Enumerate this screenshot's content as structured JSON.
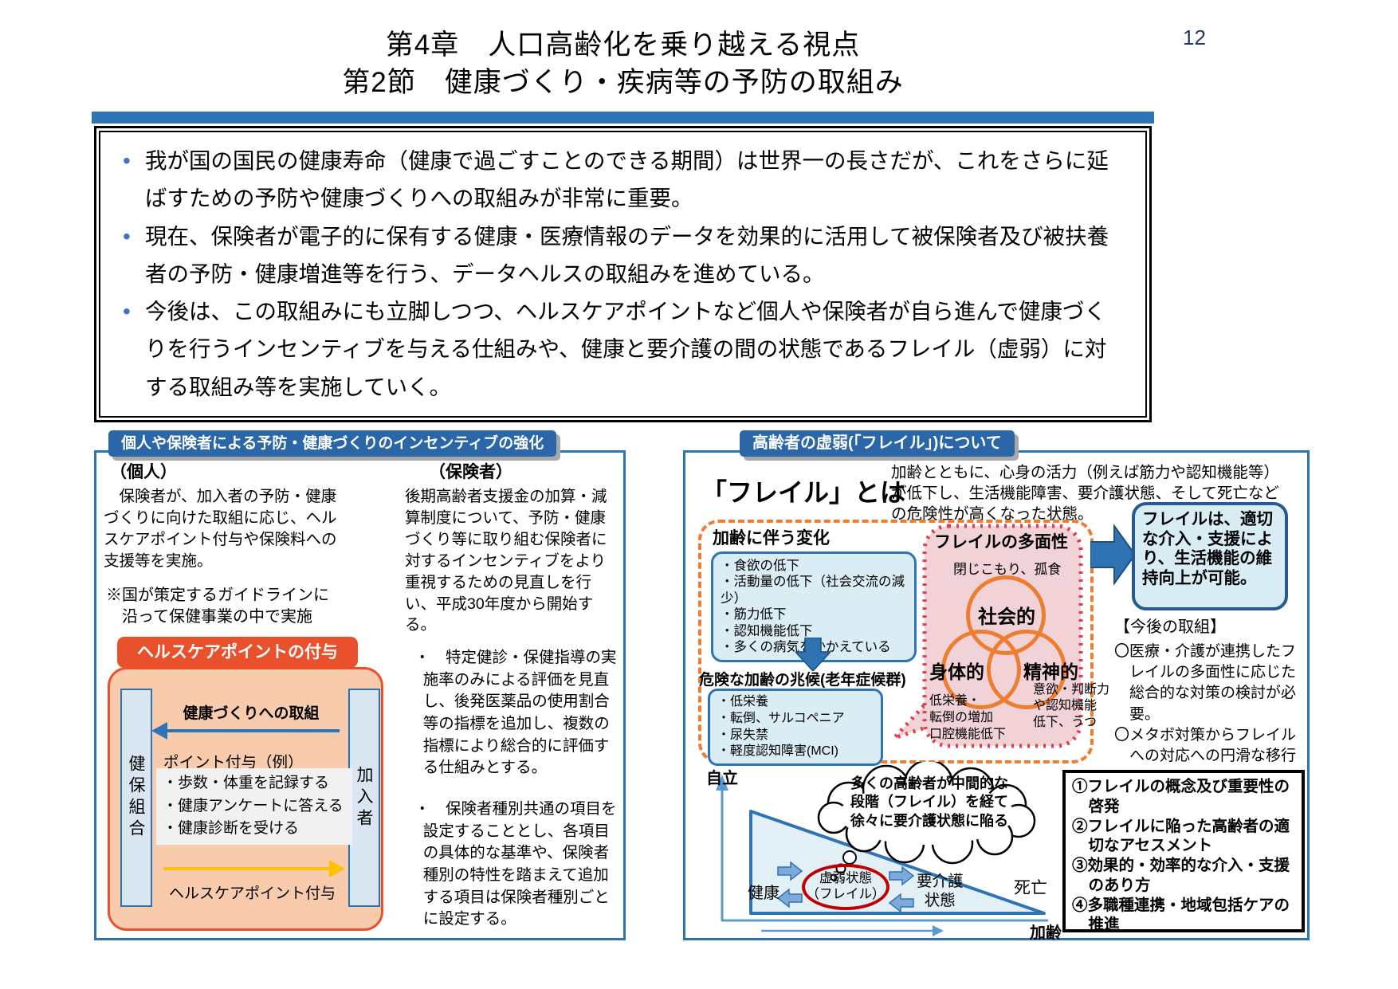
{
  "page_number": "12",
  "title": {
    "line1": "第4章　人口高齢化を乗り越える視点",
    "line2": "第2節　健康づくり・疾病等の予防の取組み"
  },
  "summary_bullets": [
    "我が国の国民の健康寿命（健康で過ごすことのできる期間）は世界一の長さだが、これをさらに延ばすための予防や健康づくりへの取組みが非常に重要。",
    "現在、保険者が電子的に保有する健康・医療情報のデータを効果的に活用して被保険者及び被扶養者の予防・健康増進等を行う、データヘルスの取組みを進めている。",
    "今後は、この取組みにも立脚しつつ、ヘルスケアポイントなど個人や保険者が自ら進んで健康づくりを行うインセンティブを与える仕組みや、健康と要介護の間の状態であるフレイル（虚弱）に対する取組み等を実施していく。"
  ],
  "left_panel": {
    "header": "個人や保険者による予防・健康づくりのインセンティブの強化",
    "individual": {
      "label": "（個人）",
      "body": "　保険者が、加入者の予防・健康づくりに向けた取組に応じ、ヘルスケアポイント付与や保険料への支援等を実施。",
      "note": "※国が策定するガイドラインに\n　沿って保健事業の中で実施"
    },
    "healthcare_point": {
      "header": "ヘルスケアポイントの付与",
      "left_box": "健保組合",
      "right_box": "加入者",
      "top_arrow_label": "健康づくりへの取組",
      "points_label": "ポイント付与（例）",
      "point_items": [
        "・歩数・体重を記録する",
        "・健康アンケートに答える",
        "・健康診断を受ける"
      ],
      "bottom_arrow_label": "ヘルスケアポイント付与"
    },
    "insurer": {
      "label": "（保険者）",
      "body": "後期高齢者支援金の加算・減算制度について、予防・健康づくり等に取り組む保険者に対するインセンティブをより重視するための見直しを行い、平成30年度から開始する。",
      "bullets": [
        "・　特定健診・保健指導の実施率のみによる評価を見直し、後発医薬品の使用割合等の指標を追加し、複数の指標により総合的に評価する仕組みとする。",
        "・　保険者種別共通の項目を設定することとし、各項目の具体的な基準や、保険者種別の特性を踏まえて追加する項目は保険者種別ごとに設定する。"
      ]
    }
  },
  "right_panel": {
    "header": "高齢者の虚弱(「フレイル」)について",
    "frailty_term": "「フレイル」とは",
    "frailty_description": "加齢とともに、心身の活力（例えば筋力や認知機能等）\nが低下し、生活機能障害、要介護状態、そして死亡など\nの危険性が高くなった状態。",
    "aging_changes": {
      "title": "加齢に伴う変化",
      "items": [
        "・食欲の低下",
        "・活動量の低下（社会交流の減少）",
        "・筋力低下",
        "・認知機能低下",
        "・多くの病気をかかえている"
      ]
    },
    "danger_signs": {
      "title": "危険な加齢の兆候(老年症候群)",
      "items": [
        "・低栄養",
        "・転倒、サルコペニア",
        "・尿失禁",
        "・軽度認知障害(MCI)"
      ]
    },
    "multifaceted": {
      "title": "フレイルの多面性",
      "top_note": "閉じこもり、孤食",
      "circle_labels": [
        "社会的",
        "身体的",
        "精神的"
      ],
      "left_note": "低栄養・\n転倒の増加\n口腔機能低下",
      "right_note": "意欲・判断力\nや認知機能\n低下、うつ"
    },
    "intervention_note": "フレイルは、適切な介入・支援により、生活機能の維持向上が可能。",
    "future": {
      "title": "【今後の取組】",
      "items": [
        "〇医療・介護が連携したフレイルの多面性に応じた総合的な対策の検討が必要。",
        "〇メタボ対策からフレイルへの対応への円滑な移行"
      ]
    },
    "graph": {
      "y_axis_label": "自立",
      "x_axis_label": "加齢",
      "state_healthy": "健康",
      "state_frail": "虚弱状態\n（フレイル）",
      "state_care": "要介護\n状態",
      "state_death": "死亡",
      "cloud_note": "多くの高齢者が中間的な\n段階（フレイル）を経て\n徐々に要介護状態に陥る"
    },
    "agenda": {
      "items": [
        "①フレイルの概念及び重要性の啓発",
        "②フレイルに陥った高齢者の適切なアセスメント",
        "③効果的・効率的な介入・支援のあり方",
        "④多職種連携・地域包括ケアの推進"
      ]
    }
  },
  "colors": {
    "accent_blue": "#2E74B5",
    "tab_blue": "#2B66A9",
    "dark_navy": "#1F4E79",
    "orange": "#E8512B",
    "peach": "#F8CBAD",
    "orange_accent": "#ED7D31",
    "yellow": "#FFC000",
    "light_blue_fill": "#DBEDF4",
    "pink": "#F1D2D7",
    "red_dotted": "#E13B4F",
    "red_ellipse": "#C00000",
    "axis_blue": "#5B9BD5",
    "arrow_fill": "#7FA9DB",
    "gray_shadow": "#A8A8A8"
  }
}
